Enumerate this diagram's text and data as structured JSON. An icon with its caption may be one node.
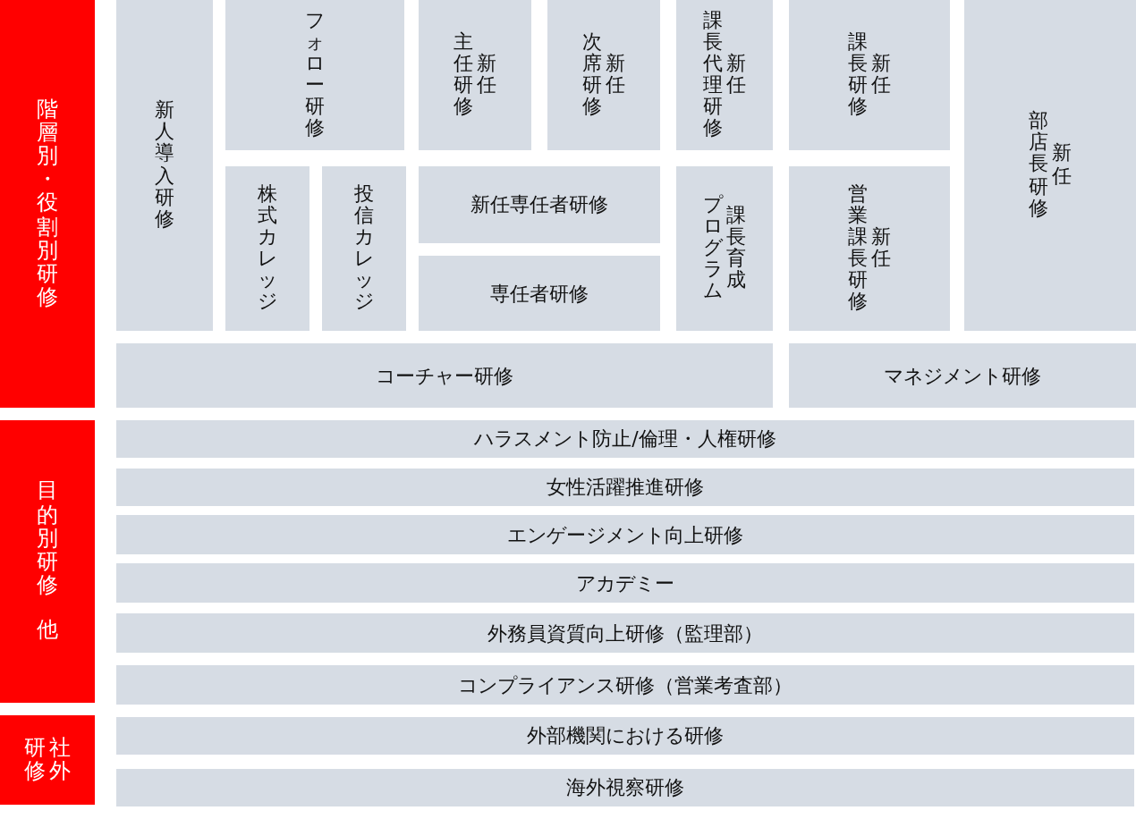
{
  "diagram": {
    "nodes": [
      {
        "text": [
          "階層別・役割別研修"
        ]
      },
      {
        "text": [
          "目的別研修",
          "他"
        ]
      },
      {
        "text": [
          "研修",
          "社外"
        ]
      },
      {
        "text": [
          "新人導入研修"
        ]
      },
      {
        "text": [
          "フォロー研修"
        ]
      },
      {
        "text": [
          "主任研修",
          "新任"
        ]
      },
      {
        "text": [
          "次席研修",
          "新任"
        ]
      },
      {
        "text": [
          "課長代理研修",
          "新任"
        ]
      },
      {
        "text": [
          "課長研修",
          "新任"
        ]
      },
      {
        "text": [
          "部店長研修",
          "新任"
        ]
      },
      {
        "text": [
          "株式カレッジ"
        ]
      },
      {
        "text": [
          "投信カレッジ"
        ]
      },
      {
        "text": [
          "新任専任者研修"
        ]
      },
      {
        "text": [
          "専任者研修"
        ]
      },
      {
        "text": [
          "プログラム",
          "課長育成"
        ]
      },
      {
        "text": [
          "営業課長研修",
          "新任"
        ]
      },
      {
        "text": [
          "コーチャー研修"
        ]
      },
      {
        "text": [
          "マネジメント研修"
        ]
      },
      {
        "text": [
          "ハラスメント防止/倫理・人権研修"
        ]
      },
      {
        "text": [
          "女性活躍推進研修"
        ]
      },
      {
        "text": [
          "エンゲージメント向上研修"
        ]
      },
      {
        "text": [
          "アカデミー"
        ]
      },
      {
        "text": [
          "外務員資質向上研修（監理部）"
        ]
      },
      {
        "text": [
          "コンプライアンス研修（営業考査部）"
        ]
      },
      {
        "text": [
          "外部機関における研修"
        ]
      },
      {
        "text": [
          "海外視察研修"
        ]
      }
    ]
  }
}
